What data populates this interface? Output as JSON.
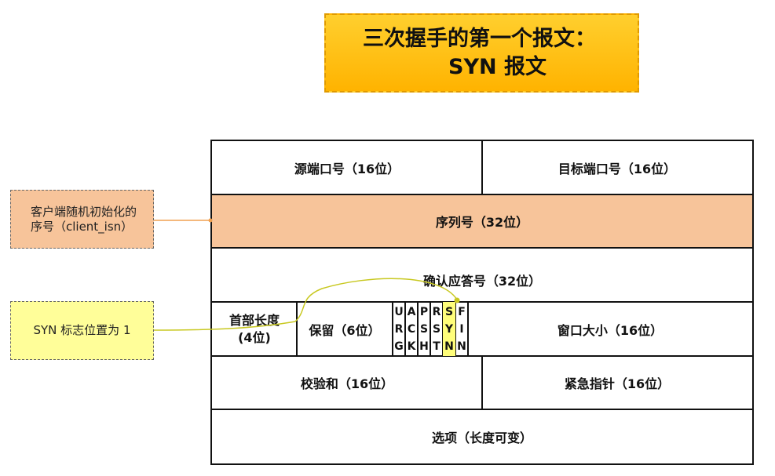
{
  "title": {
    "line1": "三次握手的第一个报文：",
    "line2": "SYN 报文"
  },
  "notes": {
    "isn": {
      "line1": "客户端随机初始化的",
      "line2": "序号（client_isn）"
    },
    "syn": {
      "text": "SYN 标志位置为 1"
    }
  },
  "header": {
    "src_port": "源端口号（16位）",
    "dst_port": "目标端口号（16位）",
    "seq": "序列号（32位）",
    "ack": "确认应答号（32位）",
    "hdr_len_l1": "首部长度",
    "hdr_len_l2": "(4位)",
    "reserved": "保留（6位）",
    "window": "窗口大小（16位）",
    "checksum": "校验和（16位）",
    "urgent": "紧急指针（16位）",
    "options": "选项（长度可变）",
    "flags": [
      {
        "c1": "U",
        "c2": "R",
        "c3": "G"
      },
      {
        "c1": "A",
        "c2": "C",
        "c3": "K"
      },
      {
        "c1": "P",
        "c2": "S",
        "c3": "H"
      },
      {
        "c1": "R",
        "c2": "S",
        "c3": "T"
      },
      {
        "c1": "S",
        "c2": "Y",
        "c3": "N"
      },
      {
        "c1": "F",
        "c2": "I",
        "c3": "N"
      }
    ]
  },
  "colors": {
    "title_bg": "#ffbf1a",
    "seq_row_bg": "#f7c49a",
    "syn_highlight": "#fffe7a",
    "isn_connector": "#f0a050",
    "syn_connector": "#c8c820"
  }
}
